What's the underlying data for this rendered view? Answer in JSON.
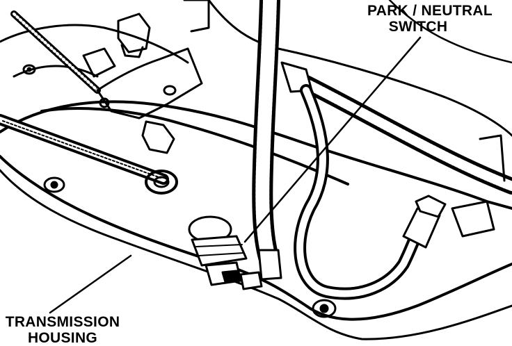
{
  "labels": {
    "park_neutral_switch": [
      "PARK / NEUTRAL",
      "SWITCH"
    ],
    "transmission_housing": [
      "TRANSMISSION",
      "HOUSING"
    ]
  },
  "colors": {
    "ink": "#000000",
    "paper": "#ffffff"
  }
}
